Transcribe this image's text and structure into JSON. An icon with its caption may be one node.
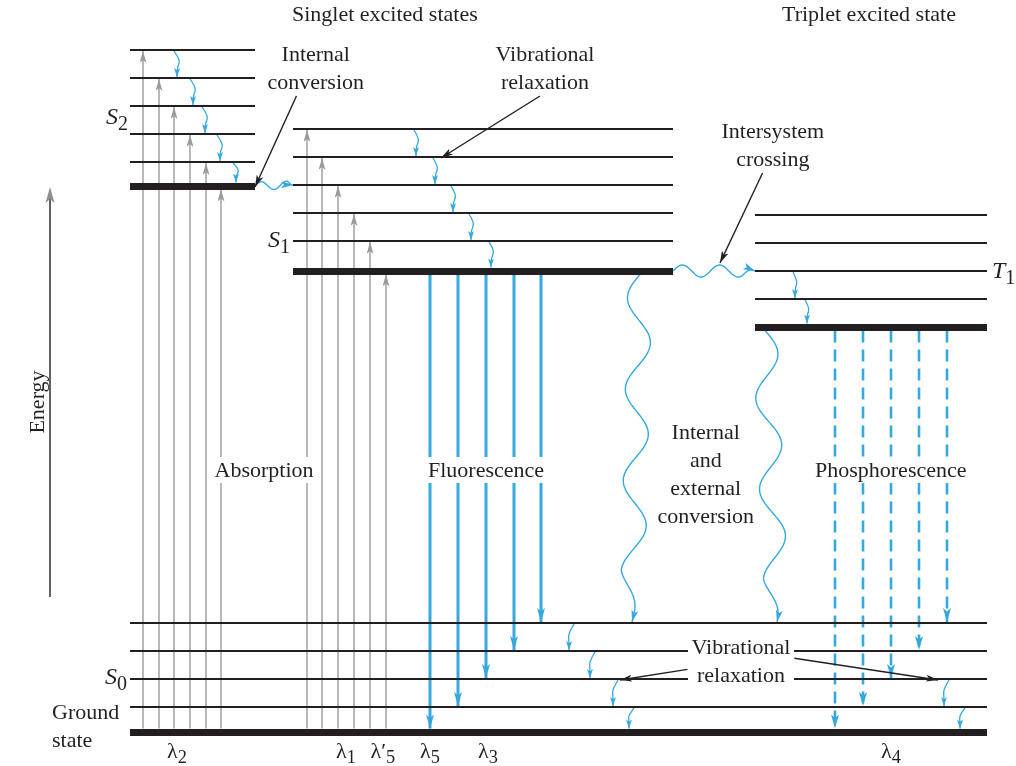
{
  "diagram": {
    "nodes": [
      {
        "text": [],
        "shape": "bar"
      },
      {
        "text": [],
        "shape": "bar"
      },
      {
        "text": [],
        "shape": "bar"
      },
      {
        "text": [],
        "shape": "bar",
        "beside": [
          "*S*$_{2}$"
        ]
      },
      {
        "text": [],
        "shape": "bar"
      },
      {
        "text": [],
        "shape": "bar"
      },
      {
        "text": [
          "Internal conversion"
        ]
      },
      {
        "text": [
          "Vibrational relaxation"
        ]
      },
      {
        "text": [],
        "shape": "bar"
      },
      {
        "text": [],
        "shape": "bar"
      },
      {
        "text": [],
        "shape": "bar"
      },
      {
        "text": [],
        "shape": "bar"
      },
      {
        "text": [],
        "shape": "bar",
        "beside": [
          "*S*$_{1}$"
        ]
      },
      {
        "text": [],
        "shape": "bar"
      },
      {
        "text": [
          "Intersystem crossing"
        ]
      },
      {
        "text": [],
        "shape": "bar"
      },
      {
        "text": [],
        "shape": "bar"
      },
      {
        "text": [],
        "shape": "bar",
        "beside": [
          "*T*$_{1}$"
        ]
      },
      {
        "text": [],
        "shape": "bar"
      },
      {
        "text": [],
        "shape": "bar"
      },
      {
        "text": [],
        "shape": "bar"
      },
      {
        "text": [],
        "shape": "bar"
      },
      {
        "text": [],
        "shape": "bar",
        "beside": [
          "*S*$_{0}$"
        ]
      },
      {
        "text": [],
        "shape": "bar"
      },
      {
        "text": [],
        "shape": "bar",
        "beside": [
          "Ground state"
        ]
      },
      {
        "text": [
          "Vibrational relaxation"
        ]
      }
    ],
    "edges": [
      {
        "from": 24,
        "to": 0,
        "arrow": "to",
        "color": "#9b9b9b"
      },
      {
        "from": 24,
        "to": 1,
        "arrow": "to",
        "color": "#9b9b9b"
      },
      {
        "from": 24,
        "to": 2,
        "arrow": "to",
        "color": "#9b9b9b"
      },
      {
        "from": 24,
        "to": 3,
        "arrow": "to",
        "color": "#9b9b9b"
      },
      {
        "from": 24,
        "to": 4,
        "arrow": "to",
        "color": "#9b9b9b"
      },
      {
        "from": 24,
        "to": 5,
        "arrow": "to",
        "color": "#9b9b9b"
      },
      {
        "from": 24,
        "to": 8,
        "arrow": "to",
        "color": "#9b9b9b"
      },
      {
        "from": 24,
        "to": 9,
        "arrow": "to",
        "color": "#9b9b9b"
      },
      {
        "from": 24,
        "to": 10,
        "arrow": "to",
        "color": "#9b9b9b"
      },
      {
        "from": 24,
        "to": 11,
        "arrow": "to",
        "color": "#9b9b9b"
      },
      {
        "from": 24,
        "to": 12,
        "arrow": "to",
        "color": "#9b9b9b"
      },
      {
        "from": 24,
        "to": 13,
        "arrow": "to",
        "color": "#9b9b9b"
      },
      {
        "from": 0,
        "to": 1,
        "arrow": "to"
      },
      {
        "from": 1,
        "to": 2,
        "arrow": "to"
      },
      {
        "from": 2,
        "to": 3,
        "arrow": "to"
      },
      {
        "from": 3,
        "to": 4,
        "arrow": "to"
      },
      {
        "from": 4,
        "to": 5,
        "arrow": "to"
      },
      {
        "from": 5,
        "to": 10,
        "arrow": "to"
      },
      {
        "from": 8,
        "to": 9,
        "arrow": "to"
      },
      {
        "from": 9,
        "to": 10,
        "arrow": "to"
      },
      {
        "from": 10,
        "to": 11,
        "arrow": "to"
      },
      {
        "from": 11,
        "to": 12,
        "arrow": "to"
      },
      {
        "from": 12,
        "to": 13,
        "arrow": "to"
      },
      {
        "from": 13,
        "to": 24,
        "arrow": "to",
        "style": "thick"
      },
      {
        "from": 13,
        "to": 23,
        "arrow": "to",
        "style": "thick"
      },
      {
        "from": 13,
        "to": 22,
        "arrow": "to",
        "style": "thick"
      },
      {
        "from": 13,
        "to": 21,
        "arrow": "to",
        "style": "thick"
      },
      {
        "from": 13,
        "to": 20,
        "arrow": "to",
        "style": "thick"
      },
      {
        "from": 13,
        "to": 20,
        "arrow": "to"
      },
      {
        "from": 13,
        "to": 17,
        "arrow": "to"
      },
      {
        "from": 17,
        "to": 18,
        "arrow": "to"
      },
      {
        "from": 18,
        "to": 19,
        "arrow": "to"
      },
      {
        "from": 19,
        "to": 20,
        "arrow": "to"
      },
      {
        "from": 19,
        "to": 24,
        "arrow": "to",
        "style": "dashed"
      },
      {
        "from": 19,
        "to": 23,
        "arrow": "to",
        "style": "dashed"
      },
      {
        "from": 19,
        "to": 22,
        "arrow": "to",
        "style": "dashed"
      },
      {
        "from": 19,
        "to": 21,
        "arrow": "to",
        "style": "dashed"
      },
      {
        "from": 19,
        "to": 20,
        "arrow": "to",
        "style": "dashed"
      },
      {
        "from": 20,
        "to": 21,
        "arrow": "to"
      },
      {
        "from": 21,
        "to": 22,
        "arrow": "to"
      },
      {
        "from": 22,
        "to": 23,
        "arrow": "to"
      },
      {
        "from": 23,
        "to": 24,
        "arrow": "to"
      },
      {
        "from": 22,
        "to": 23,
        "arrow": "to"
      },
      {
        "from": 23,
        "to": 24,
        "arrow": "to"
      },
      {
        "from": 6,
        "to": 5,
        "arrow": "to",
        "color": "#231f20"
      },
      {
        "from": 7,
        "to": 9,
        "arrow": "to",
        "color": "#231f20"
      },
      {
        "from": 14,
        "to": null,
        "arrow": "to",
        "color": "#231f20"
      },
      {
        "from": 25,
        "to": 22,
        "arrow": "to",
        "color": "#231f20"
      },
      {
        "from": 25,
        "to": 22,
        "arrow": "to",
        "color": "#231f20"
      }
    ],
    "labels": [
      "Singlet excited states",
      "Triplet excited state",
      "Energy",
      "Absorption",
      "Fluorescence",
      "Internal and external conversion",
      "Phosphorescence",
      "λ$_{2}$",
      "λ$_{1}$",
      "λ′$_{5}$",
      "λ$_{5}$",
      "λ$_{3}$",
      "λ$_{4}$"
    ]
  }
}
